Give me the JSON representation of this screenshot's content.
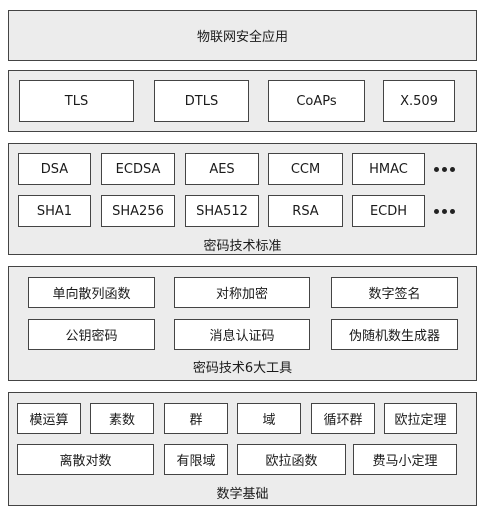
{
  "app_layer": {
    "title": "物联网安全应用"
  },
  "protocols": [
    "TLS",
    "DTLS",
    "CoAPs",
    "X.509"
  ],
  "standards": {
    "row1": [
      "DSA",
      "ECDSA",
      "AES",
      "CCM",
      "HMAC"
    ],
    "row2": [
      "SHA1",
      "SHA256",
      "SHA512",
      "RSA",
      "ECDH"
    ],
    "caption": "密码技术标准"
  },
  "tools": {
    "row1": [
      "单向散列函数",
      "对称加密",
      "数字签名"
    ],
    "row2": [
      "公钥密码",
      "消息认证码",
      "伪随机数生成器"
    ],
    "caption": "密码技术6大工具"
  },
  "math": {
    "row1": [
      "模运算",
      "素数",
      "群",
      "域",
      "循环群",
      "欧拉定理"
    ],
    "row2": [
      "离散对数",
      "有限域",
      "欧拉函数",
      "费马小定理"
    ],
    "caption": "数学基础"
  }
}
